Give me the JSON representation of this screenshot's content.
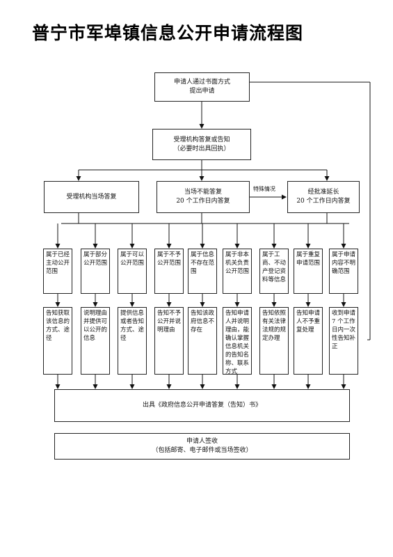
{
  "title": "普宁市军埠镇信息公开申请流程图",
  "start": {
    "line1": "申请人通过书面方式",
    "line2": "提出申请"
  },
  "accept": {
    "line1": "受理机构答复或告知",
    "line2": "（必要时出具回执）"
  },
  "reply_now": "受理机构当场答复",
  "reply_later": {
    "line1": "当场不能答复",
    "line2": "20 个工作日内答复"
  },
  "special_note": "特殊情况",
  "extend": {
    "line1": "经批准延长",
    "line2": "20 个工作日内答复"
  },
  "categories": [
    "属于已经主动公开范围",
    "属于部分公开范围",
    "属于可以公开范围",
    "属于不予公开范围",
    "属于信息不存在范围",
    "属于非本机关负责公开范围",
    "属于工商、不动产登记资料等信息",
    "属于重复申请范围",
    "属于申请内容不明确范围"
  ],
  "results": [
    "告知获取该信息的方式、途径",
    "说明理由并提供可以公开的信息",
    "提供信息或者告知方式、途径",
    "告知不予公开并说明理由",
    "告知该政府信息不存在",
    "告知申请人并说明理由，能确认掌握信息机关的告知名称、联系方式",
    "告知依照有关法律法规的规定办理",
    "告知申请人不予重复处理",
    "收到申请 7 个工作日内一次性告知补正"
  ],
  "issue": "出具《政府信息公开申请答复（告知）书》",
  "sign": {
    "line1": "申请人签收",
    "line2": "（包括邮寄、电子邮件或当场签收）"
  }
}
